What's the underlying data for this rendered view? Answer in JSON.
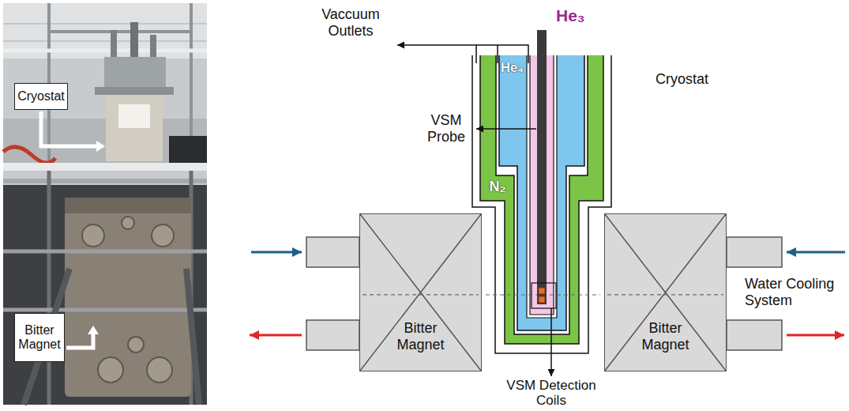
{
  "diagram": {
    "nodes": [
      {
        "text": [
          "Cryostat"
        ]
      },
      {
        "text": [
          "Bitter Magnet"
        ]
      },
      {
        "text": [
          "Bitter Magnet"
        ]
      },
      {
        "text": [
          "Bitter Magnet"
        ]
      }
    ],
    "labels": [
      "Vaccuum Outlets",
      "He₃",
      "He₄",
      "VSM Probe",
      "Cryostat",
      "N₂",
      "Water Cooling System",
      "VSM Detection Coils"
    ]
  }
}
